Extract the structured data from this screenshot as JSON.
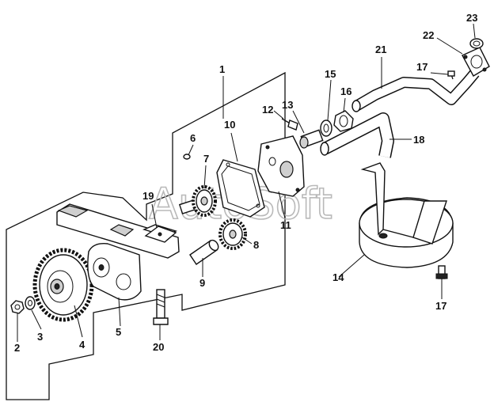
{
  "watermark": "AutoSoft",
  "callouts": [
    {
      "id": "1",
      "text": "1"
    },
    {
      "id": "2",
      "text": "2"
    },
    {
      "id": "3",
      "text": "3"
    },
    {
      "id": "4",
      "text": "4"
    },
    {
      "id": "5",
      "text": "5"
    },
    {
      "id": "6",
      "text": "6"
    },
    {
      "id": "7",
      "text": "7"
    },
    {
      "id": "8",
      "text": "8"
    },
    {
      "id": "9",
      "text": "9"
    },
    {
      "id": "10",
      "text": "10"
    },
    {
      "id": "11",
      "text": "11"
    },
    {
      "id": "12",
      "text": "12"
    },
    {
      "id": "13",
      "text": "13"
    },
    {
      "id": "14",
      "text": "14"
    },
    {
      "id": "15",
      "text": "15"
    },
    {
      "id": "16",
      "text": "16"
    },
    {
      "id": "17a",
      "text": "17"
    },
    {
      "id": "17b",
      "text": "17"
    },
    {
      "id": "18",
      "text": "18"
    },
    {
      "id": "19",
      "text": "19"
    },
    {
      "id": "20",
      "text": "20"
    },
    {
      "id": "21",
      "text": "21"
    },
    {
      "id": "22",
      "text": "22"
    },
    {
      "id": "23",
      "text": "23"
    }
  ]
}
